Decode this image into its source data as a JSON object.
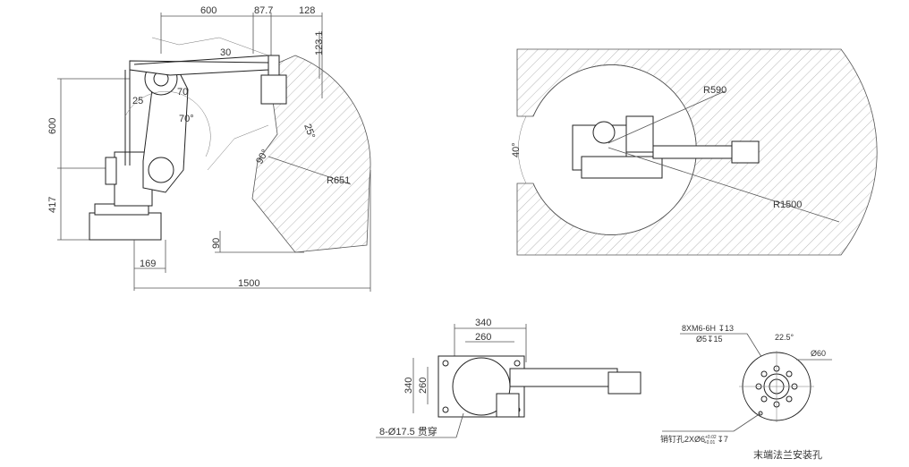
{
  "side_view": {
    "dims_top": [
      "600",
      "87.7",
      "128"
    ],
    "dim_right_vertical": "123.1",
    "dims_left": [
      "600",
      "417"
    ],
    "angle_labels": [
      "30",
      "25",
      "70",
      "70°",
      "25°",
      "90°"
    ],
    "radius_label": "R651",
    "dim_base_height": "90",
    "dim_base_width": "169",
    "dim_total_width": "1500"
  },
  "top_view": {
    "inner_radius": "R590",
    "outer_radius": "R1500",
    "angle": "40°"
  },
  "base_view": {
    "dims_width": [
      "340",
      "260"
    ],
    "dims_height": [
      "340",
      "260"
    ],
    "hole_note": "8-Ø17.5 贯穿"
  },
  "flange_view": {
    "thread_note": "8XM6-6H ↧13",
    "bore_note": "Ø5↧15",
    "angle": "22.5°",
    "diameter": "Ø60",
    "pin_note_prefix": "销钉孔2XØ6",
    "pin_tol_upper": "+0.02",
    "pin_tol_lower": "+0.01",
    "pin_note_suffix": "↧7",
    "caption": "末端法兰安装孔"
  }
}
